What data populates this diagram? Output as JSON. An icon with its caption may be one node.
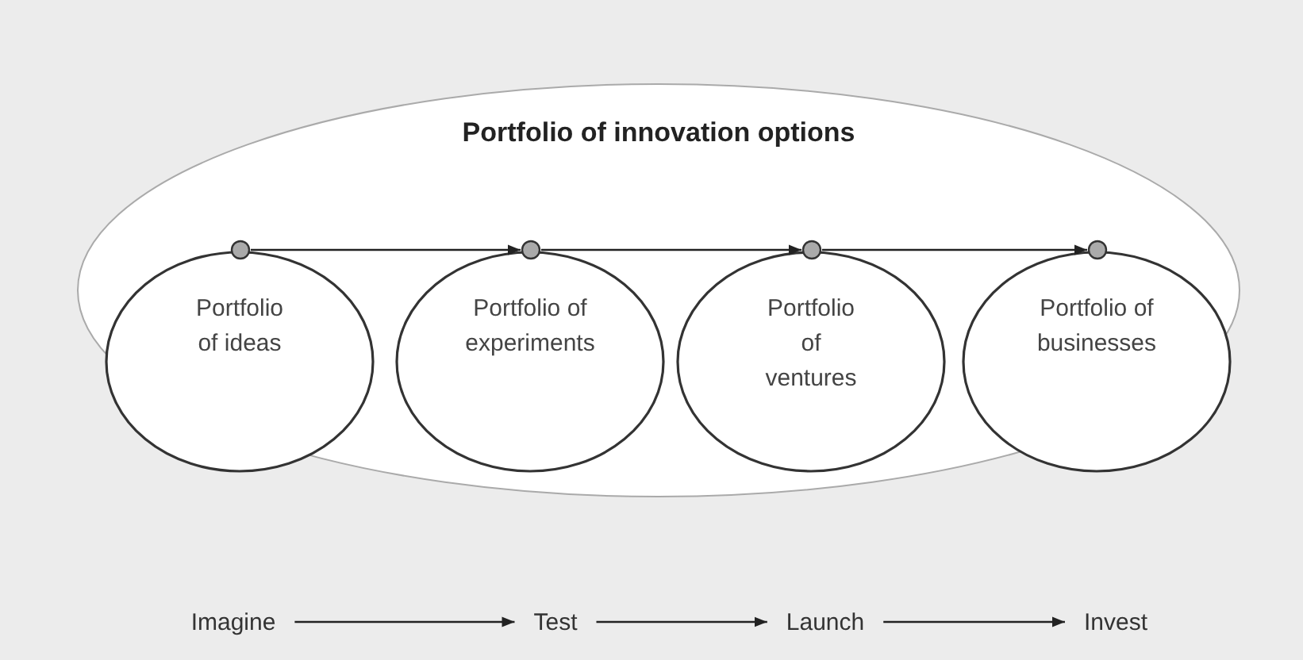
{
  "diagram": {
    "nodes": [
      {
        "text": [
          "Portfolio of innovation options"
        ]
      },
      {
        "text": [
          "Portfolio of ideas"
        ],
        "in": 0
      },
      {
        "text": [
          "Portfolio of experiments"
        ],
        "in": 0
      },
      {
        "text": [
          "Portfolio of ventures"
        ],
        "in": 0
      },
      {
        "text": [
          "Portfolio of businesses"
        ],
        "in": 0
      },
      {
        "text": [],
        "shape": "circle",
        "in": 0
      },
      {
        "text": [],
        "shape": "circle",
        "in": 0
      },
      {
        "text": [],
        "shape": "circle",
        "in": 0
      },
      {
        "text": [],
        "shape": "circle",
        "in": 0
      },
      {
        "text": [
          "Imagine"
        ]
      },
      {
        "text": [
          "Test"
        ]
      },
      {
        "text": [
          "Launch"
        ]
      },
      {
        "text": [
          "Invest"
        ]
      }
    ],
    "edges": [
      {
        "from": 5,
        "to": 6,
        "arrow": "to"
      },
      {
        "from": 6,
        "to": 7,
        "arrow": "to"
      },
      {
        "from": 7,
        "to": 8,
        "arrow": "to"
      },
      {
        "from": 9,
        "to": 10,
        "arrow": "to"
      },
      {
        "from": 10,
        "to": 11,
        "arrow": "to"
      },
      {
        "from": 11,
        "to": 12,
        "arrow": "to"
      }
    ]
  }
}
